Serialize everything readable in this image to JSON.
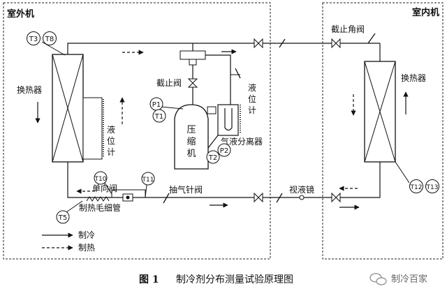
{
  "outdoor_unit": {
    "title": "室外机",
    "heat_exchanger": "换热器",
    "liquid_gauge_chars": [
      "液",
      "位",
      "计"
    ],
    "stop_valve": "截止阀",
    "compressor_chars": [
      "压",
      "缩",
      "机"
    ],
    "gas_liquid_separator": "气液分离器",
    "separator_gauge_chars": [
      "液",
      "位",
      "计"
    ],
    "check_valve": "单向阀",
    "capillary": "制热毛细管",
    "needle_valve": "抽气针阀"
  },
  "indoor_unit": {
    "title": "室内机",
    "heat_exchanger": "换热器",
    "stop_angle_valve": "截止角阀"
  },
  "sight_glass": "视液镜",
  "sensors": {
    "t3": "T3",
    "t8": "T8",
    "p1": "P1",
    "t1": "T1",
    "t2": "T2",
    "p2": "P2",
    "t10": "T10",
    "t11": "T11",
    "t5": "T5",
    "t12": "T12",
    "t13": "T13"
  },
  "legend": {
    "cooling": "制冷",
    "heating": "制热"
  },
  "caption": {
    "number": "图 1",
    "title": "制冷剂分布测量试验原理图"
  },
  "watermark": "制冷百家"
}
